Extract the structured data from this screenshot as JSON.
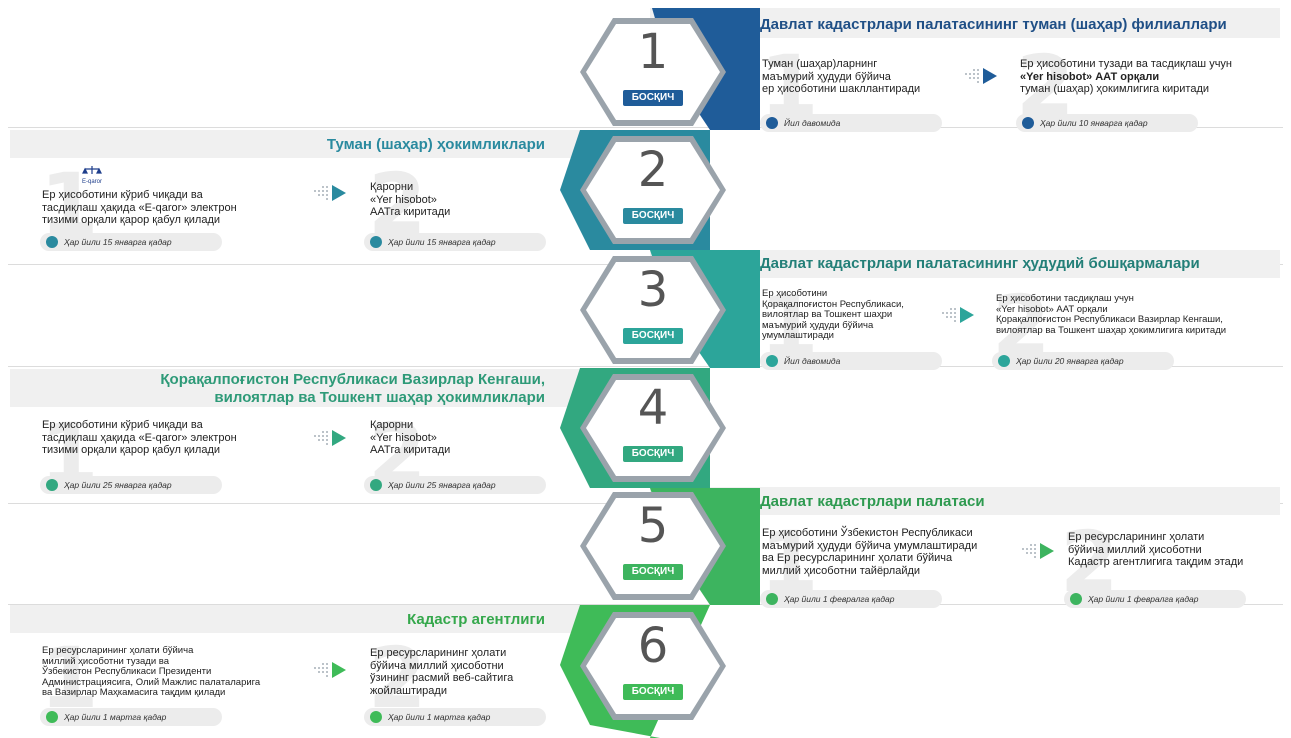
{
  "colors": {
    "step1": "#1f5c99",
    "step2": "#2a8a9f",
    "step3": "#2ca59a",
    "step4": "#32a880",
    "step5": "#3db45f",
    "step6": "#3fbb58"
  },
  "steps": [
    {
      "number": "1",
      "badge": "БОСҚИЧ",
      "title": "Давлат кадастрлари палатасининг туман (шаҳар) филиаллари",
      "items": [
        {
          "bg_number": "1",
          "lines": [
            "Туман (шаҳар)ларнинг",
            "маъмурий ҳудуди бўйича",
            "ер ҳисоботини шакллантиради"
          ],
          "deadline": "Йил давомида"
        },
        {
          "bg_number": "2",
          "lines": [
            "Ер ҳисоботини тузади ва тасдиқлаш учун",
            "«Yer hisobot» ААТ орқали",
            "туман (шаҳар) ҳокимлигига киритади"
          ],
          "deadline": "Ҳар йили 10 январга қадар"
        }
      ]
    },
    {
      "number": "2",
      "badge": "БОСҚИЧ",
      "title": "Туман (шаҳар) ҳокимликлари",
      "items": [
        {
          "bg_number": "1",
          "logo": "E-qaror",
          "lines": [
            "Ер ҳисоботини кўриб чиқади ва",
            "тасдиқлаш ҳақида «E-qaror» электрон",
            "тизими орқали қарор қабул қилади"
          ],
          "deadline": "Ҳар йили 15 январга қадар"
        },
        {
          "bg_number": "2",
          "lines": [
            "Қарорни",
            "«Yer hisobot»",
            "ААТга киритади"
          ],
          "deadline": "Ҳар йили 15 январга қадар"
        }
      ]
    },
    {
      "number": "3",
      "badge": "БОСҚИЧ",
      "title": "Давлат кадастрлари палатасининг ҳудудий бошқармалари",
      "items": [
        {
          "bg_number": "1",
          "lines": [
            "Ер ҳисоботини",
            "Қорақалпоғистон Республикаси,",
            "вилоятлар ва Тошкент шаҳри",
            "маъмурий ҳудуди бўйича",
            "умумлаштиради"
          ],
          "deadline": "Йил давомида"
        },
        {
          "bg_number": "2",
          "lines": [
            "Ер ҳисоботини тасдиқлаш учун",
            "«Yer hisobot» ААТ орқали",
            "Қорақалпоғистон Республикаси Вазирлар Кенгаши,",
            "вилоятлар ва Тошкент шаҳар ҳокимлигига киритади"
          ],
          "deadline": "Ҳар йили 20 январга қадар"
        }
      ]
    },
    {
      "number": "4",
      "badge": "БОСҚИЧ",
      "title_lines": [
        "Қорақалпоғистон Республикаси Вазирлар Кенгаши,",
        "вилоятлар ва Тошкент шаҳар ҳокимликлари"
      ],
      "items": [
        {
          "bg_number": "1",
          "lines": [
            "Ер ҳисоботини кўриб чиқади ва",
            "тасдиқлаш ҳақида «E-qaror» электрон",
            "тизими орқали қарор қабул қилади"
          ],
          "deadline": "Ҳар йили 25 январга қадар"
        },
        {
          "bg_number": "2",
          "lines": [
            "Қарорни",
            "«Yer hisobot»",
            "ААТга киритади"
          ],
          "deadline": "Ҳар йили 25 январга қадар"
        }
      ]
    },
    {
      "number": "5",
      "badge": "БОСҚИЧ",
      "title": "Давлат кадастрлари палатаси",
      "items": [
        {
          "bg_number": "1",
          "lines": [
            "Ер ҳисоботини Ўзбекистон Республикаси",
            "маъмурий ҳудуди бўйича умумлаштиради",
            "ва Ер ресурсларининг ҳолати бўйича",
            "миллий ҳисоботни тайёрлайди"
          ],
          "deadline": "Ҳар йили 1 февралга қадар"
        },
        {
          "bg_number": "2",
          "lines": [
            "Ер ресурсларининг ҳолати",
            "бўйича миллий ҳисоботни",
            "Кадастр агентлигига тақдим этади"
          ],
          "deadline": "Ҳар йили 1 февралга қадар"
        }
      ]
    },
    {
      "number": "6",
      "badge": "БОСҚИЧ",
      "title": "Кадастр агентлиги",
      "items": [
        {
          "bg_number": "1",
          "lines": [
            "Ер ресурсларининг ҳолати бўйича",
            "миллий ҳисоботни тузади ва",
            "Ўзбекистон Республикаси Президенти",
            "Администрациясига, Олий Мажлис палаталарига",
            "ва Вазирлар Маҳкамасига тақдим қилади"
          ],
          "deadline": "Ҳар йили 1 мартга қадар"
        },
        {
          "bg_number": "2",
          "lines": [
            "Ер ресурсларининг ҳолати",
            "бўйича миллий ҳисоботни",
            "ўзининг расмий веб-сайтига",
            "жойлаштиради"
          ],
          "deadline": "Ҳар йили 1 мартга қадар"
        }
      ]
    }
  ]
}
